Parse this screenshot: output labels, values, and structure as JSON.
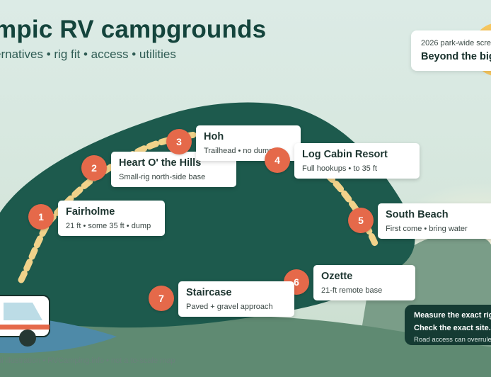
{
  "header": {
    "title": "mpic RV campgrounds",
    "subtitle": "ernatives • rig fit • access • utilities"
  },
  "badge": {
    "small": "2026 park-wide scree",
    "big": "Beyond the big"
  },
  "campgrounds": [
    {
      "number": "1",
      "name": "Fairholme",
      "detail": "21 ft • some 35 ft • dump"
    },
    {
      "number": "2",
      "name": "Heart O' the Hills",
      "detail": "Small-rig north-side base"
    },
    {
      "number": "3",
      "name": "Hoh",
      "detail": "Trailhead • no dump"
    },
    {
      "number": "4",
      "name": "Log Cabin Resort",
      "detail": "Full hookups • to 35 ft"
    },
    {
      "number": "5",
      "name": "South Beach",
      "detail": "First come • bring water"
    },
    {
      "number": "6",
      "name": "Ozette",
      "detail": "21-ft remote base"
    },
    {
      "number": "7",
      "name": "Staircase",
      "detail": "Paved + gravel approach"
    }
  ],
  "tips": {
    "line1": "Measure the exact rig.",
    "line2": "Check the exact site.",
    "line3": "Road access can overrule a"
  },
  "footer": "al illustration • RVCamping.info • not a to-scale map",
  "colors": {
    "background": "#dcebe6",
    "mountain": "#1d5a4d",
    "title": "#14443c",
    "marker": "#e5694a",
    "trail": "#f1d28a",
    "sun": "#f5c55e",
    "water": "#4e8aa8",
    "tips_bg": "#153b33"
  },
  "icons": {
    "vehicle": "rv-icon",
    "sun": "sun-icon"
  }
}
